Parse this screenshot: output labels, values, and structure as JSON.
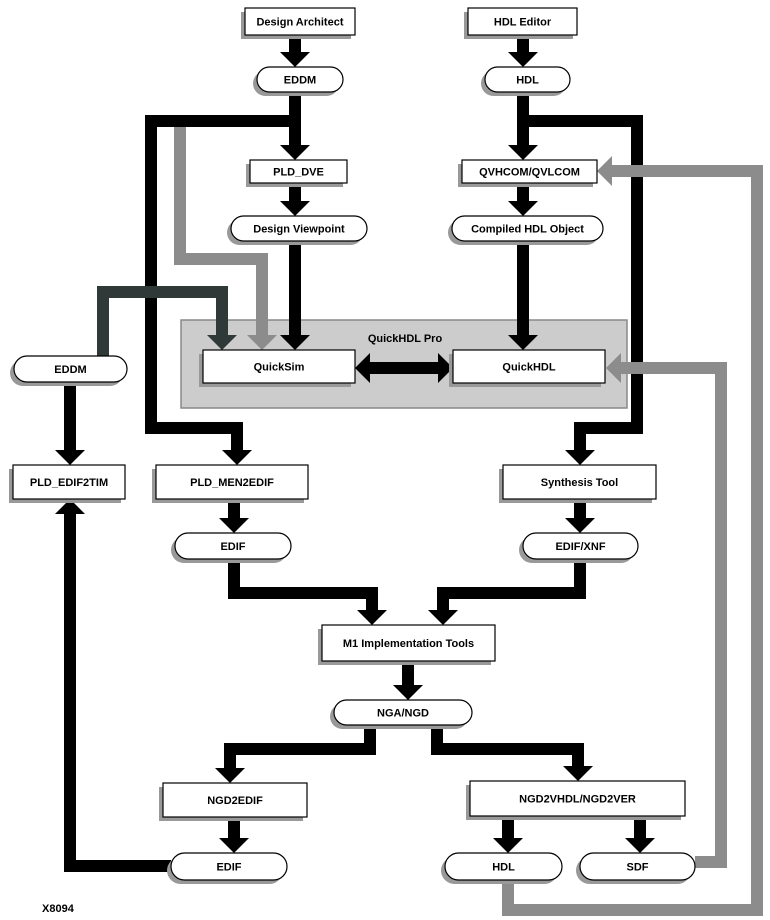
{
  "diagram": {
    "group": {
      "label": "QuickHDL Pro"
    },
    "nodes": {
      "design_architect": "Design Architect",
      "hdl_editor": "HDL Editor",
      "eddm_top": "EDDM",
      "hdl_top": "HDL",
      "pld_dve": "PLD_DVE",
      "qvhcom": "QVHCOM/QVLCOM",
      "design_viewpoint": "Design Viewpoint",
      "compiled_hdl": "Compiled HDL Object",
      "quicksim": "QuickSim",
      "quickhdl": "QuickHDL",
      "eddm_left": "EDDM",
      "pld_edif2tim": "PLD_EDIF2TIM",
      "pld_men2edif": "PLD_MEN2EDIF",
      "synthesis_tool": "Synthesis Tool",
      "edif_mid": "EDIF",
      "edif_xnf": "EDIF/XNF",
      "m1_tools": "M1 Implementation Tools",
      "nga_ngd": "NGA/NGD",
      "ngd2edif": "NGD2EDIF",
      "ngd2vhdl": "NGD2VHDL/NGD2VER",
      "edif_bottom": "EDIF",
      "hdl_bottom": "HDL",
      "sdf": "SDF"
    },
    "figure_id": "X8094",
    "colors": {
      "arrow_black": "#000000",
      "arrow_gray": "#8c8c8c",
      "arrow_dark": "#2f3a38",
      "group_fill": "#cccccc",
      "shadow": "#999999"
    }
  }
}
